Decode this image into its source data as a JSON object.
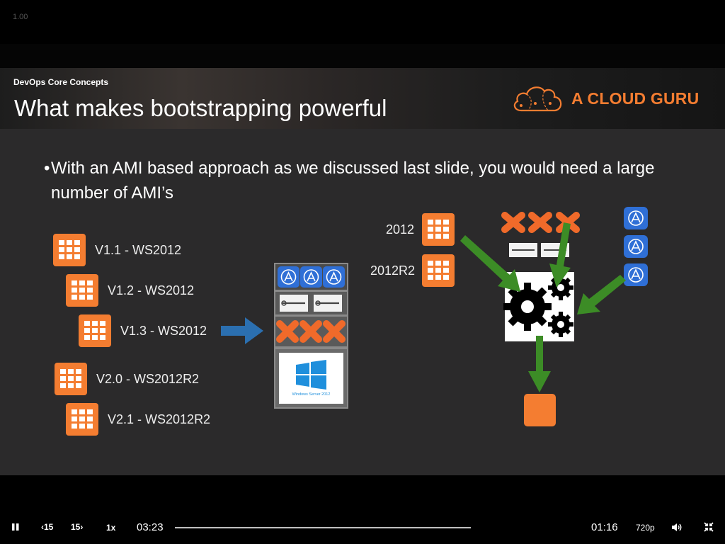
{
  "player": {
    "speed_readout": "1.00",
    "controls": {
      "rewind_label": "15",
      "forward_label": "15",
      "rate_label": "1x",
      "elapsed": "03:23",
      "remaining": "01:16",
      "quality": "720p",
      "progress": 0
    }
  },
  "slide": {
    "course_name": "DevOps Core Concepts",
    "title": "What makes bootstrapping powerful",
    "logo_text": "A CLOUD GURU",
    "bullet": "With an AMI based approach as we discussed last slide, you would need a large number of AMI’s",
    "amis": [
      {
        "label": "V1.1 - WS2012"
      },
      {
        "label": "V1.2 - WS2012"
      },
      {
        "label": "V1.3 - WS2012"
      },
      {
        "label": "V2.0 - WS2012R2"
      },
      {
        "label": "V2.1 - WS2012R2"
      }
    ],
    "stack": {
      "os_caption": "Windows Server 2012"
    },
    "bases": [
      {
        "label": "2012"
      },
      {
        "label": "2012R2"
      }
    ],
    "colors": {
      "orange": "#f47d31",
      "app_blue": "#2f6fd6",
      "arrow_blue": "#2b6fb0",
      "arrow_green": "#3c8c26",
      "slide_bg": "#2b2a2b"
    }
  }
}
